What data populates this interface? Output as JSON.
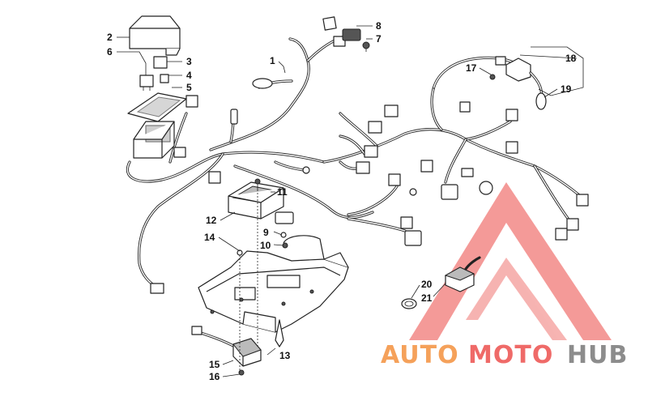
{
  "callouts": {
    "c1": "1",
    "c2": "2",
    "c3": "3",
    "c4": "4",
    "c5": "5",
    "c6": "6",
    "c7": "7",
    "c8": "8",
    "c9": "9",
    "c10": "10",
    "c11": "11",
    "c12": "12",
    "c13": "13",
    "c14": "14",
    "c15": "15",
    "c16": "16",
    "c17": "17",
    "c18": "18",
    "c19": "19",
    "c20": "20",
    "c21": "21"
  },
  "watermark": {
    "part1": "AUTO",
    "part2": "MOTO",
    "part3": "HUB",
    "colors": {
      "orange": "#f5a15a",
      "red": "#ef6a68",
      "gray": "#8c8c8c"
    }
  }
}
